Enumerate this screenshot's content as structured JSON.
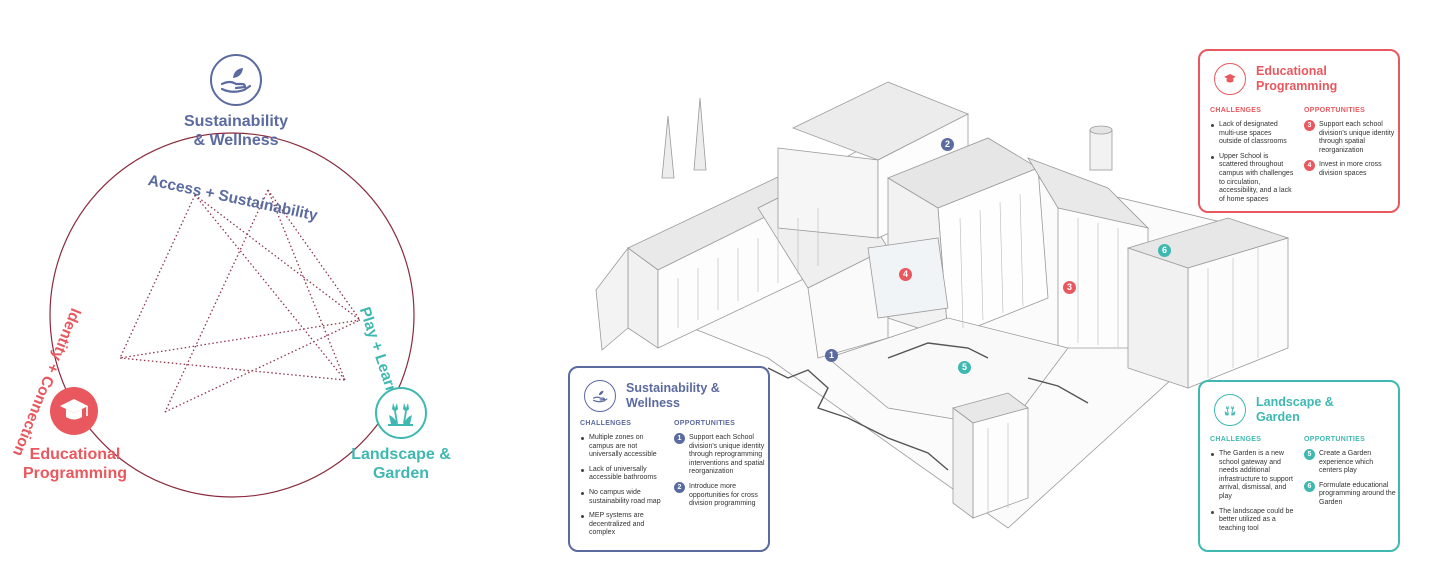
{
  "colors": {
    "blue": "#5b6a9f",
    "red": "#e8585e",
    "teal": "#3fb8b1",
    "ring": "#8a2b3d",
    "line": "#8e3449"
  },
  "diagram": {
    "nodes": {
      "sustainability": {
        "line1": "Sustainability",
        "line2": "& Wellness",
        "icon": "hand-leaf-icon"
      },
      "educational": {
        "line1": "Educational",
        "line2": "Programming",
        "icon": "graduation-cap-icon"
      },
      "landscape": {
        "line1": "Landscape &",
        "line2": "Garden",
        "icon": "tulip-plant-icon"
      }
    },
    "arcs": {
      "access": "Access + Sustainability",
      "play": "Play + Learning",
      "identity": "Identity + Connection"
    }
  },
  "markers": [
    "1",
    "2",
    "3",
    "4",
    "5",
    "6"
  ],
  "cards": {
    "educational": {
      "title1": "Educational",
      "title2": "Programming",
      "challenges_label": "CHALLENGES",
      "opportunities_label": "OPPORTUNITIES",
      "challenges": [
        "Lack of designated multi-use spaces outside of classrooms",
        "Upper School is scattered throughout campus with challenges to circulation, accessibility, and a lack of home spaces"
      ],
      "opportunities": [
        {
          "num": "3",
          "text": "Support each school division's unique identity through spatial reorganization"
        },
        {
          "num": "4",
          "text": "Invest in more cross division spaces"
        }
      ]
    },
    "sustainability": {
      "title1": "Sustainability &",
      "title2": "Wellness",
      "challenges_label": "CHALLENGES",
      "opportunities_label": "OPPORTUNITIES",
      "challenges": [
        "Multiple zones on campus are not universally accessible",
        "Lack of universally accessible bathrooms",
        "No campus wide sustainability road map",
        "MEP systems are decentralized and complex"
      ],
      "opportunities": [
        {
          "num": "1",
          "text": "Support each School division's unique identity through reprogramming interventions and spatial reorganization"
        },
        {
          "num": "2",
          "text": "Introduce more opportunities for cross division programming"
        }
      ]
    },
    "landscape": {
      "title1": "Landscape &",
      "title2": "Garden",
      "challenges_label": "CHALLENGES",
      "opportunities_label": "OPPORTUNITIES",
      "challenges": [
        "The Garden is a new school gateway and needs additional infrastructure to support arrival, dismissal, and play",
        "The landscape could be better utilized as a teaching tool"
      ],
      "opportunities": [
        {
          "num": "5",
          "text": "Create a Garden experience which centers play"
        },
        {
          "num": "6",
          "text": "Formulate educational programming around the Garden"
        }
      ]
    }
  }
}
